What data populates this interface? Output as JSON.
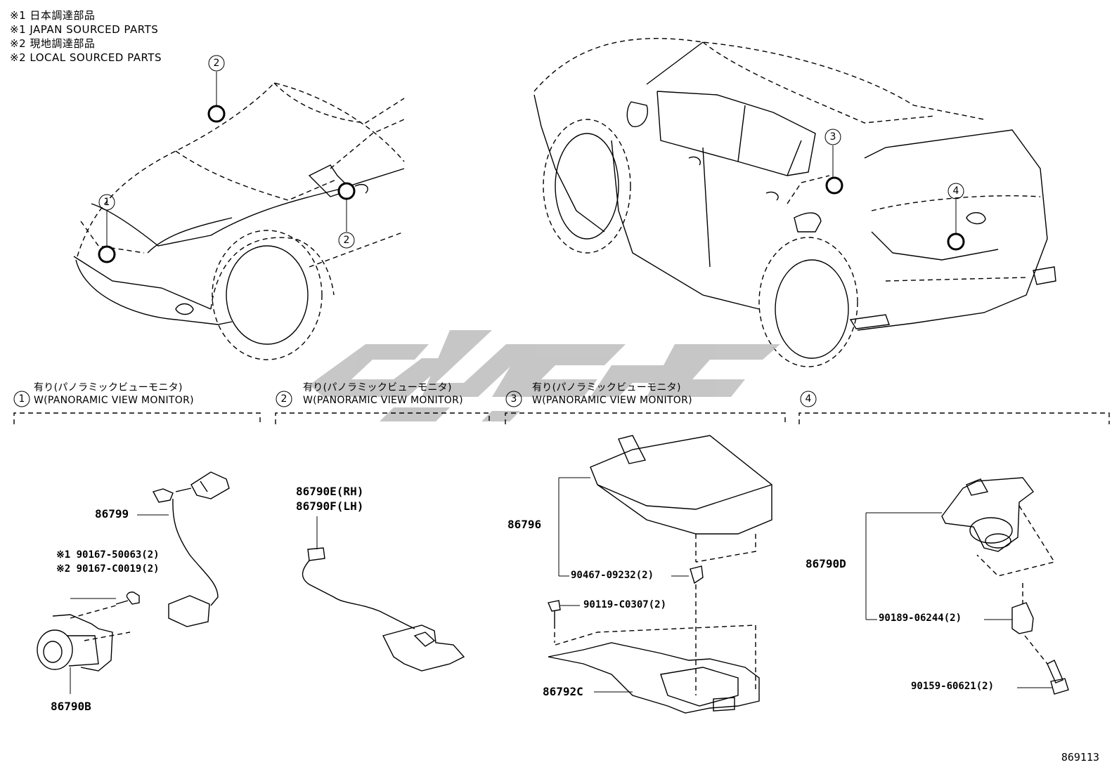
{
  "legend": {
    "line1": "※1 日本調達部品",
    "line2": "※1 JAPAN SOURCED PARTS",
    "line3": "※2 現地調達部品",
    "line4": "※2 LOCAL SOURCED PARTS"
  },
  "callouts": {
    "c1": "1",
    "c2a": "2",
    "c2b": "2",
    "c3": "3",
    "c4": "4"
  },
  "sections": [
    {
      "num": "1",
      "title_jp": "有り(パノラミックビューモニタ)",
      "title_en": "W(PANORAMIC VIEW MONITOR)"
    },
    {
      "num": "2",
      "title_jp": "有り(パノラミックビューモニタ)",
      "title_en": "W(PANORAMIC VIEW MONITOR)"
    },
    {
      "num": "3",
      "title_jp": "有り(パノラミックビューモニタ)",
      "title_en": "W(PANORAMIC VIEW MONITOR)"
    },
    {
      "num": "4",
      "title_jp": "",
      "title_en": ""
    }
  ],
  "parts": {
    "p86799": "86799",
    "p90167_a": "※1 90167-50063(2)",
    "p90167_b": "※2 90167-C0019(2)",
    "p86790B": "86790B",
    "p86790E": "86790E(RH)",
    "p86790F": "86790F(LH)",
    "p86796": "86796",
    "p90467": "90467-09232(2)",
    "p90119": "90119-C0307(2)",
    "p86792C": "86792C",
    "p86790D": "86790D",
    "p90189": "90189-06244(2)",
    "p90159": "90159-60621(2)"
  },
  "figure_number": "869113"
}
